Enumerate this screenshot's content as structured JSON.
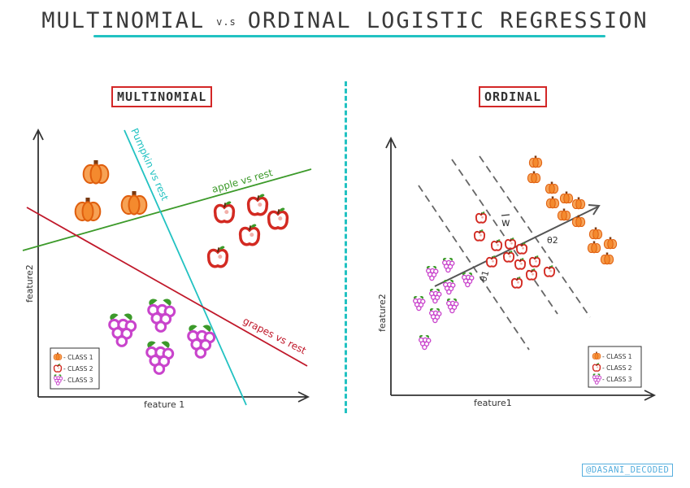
{
  "header": {
    "title_left": "MULTINOMIAL",
    "title_vs": "v.s",
    "title_right": "ORDINAL LOGISTIC REGRESSION"
  },
  "colors": {
    "accent": "#22c2c2",
    "frame": "#d32727",
    "pumpkin": "#f07a1c",
    "apple": "#d32a22",
    "grapes": "#c944cc",
    "green": "#3c9a2a",
    "line_multi": "#c0182a",
    "dash": "#666666",
    "axis": "#333333"
  },
  "multinomial": {
    "panel_title": "MULTINOMIAL",
    "xlabel": "feature 1",
    "ylabel": "feature2",
    "boundaries": {
      "apple": "apple vs rest",
      "pumpkin": "Pumpkin vs rest",
      "grapes": "grapes vs rest"
    },
    "legend": [
      "- CLASS 1",
      "- CLASS 2",
      "- CLASS 3"
    ]
  },
  "ordinal": {
    "panel_title": "ORDINAL",
    "xlabel": "feature1",
    "ylabel": "feature2",
    "vector_label": "w",
    "theta1": "θ1",
    "theta2": "θ2",
    "legend": [
      "- CLASS 1",
      "- CLASS 2",
      "- CLASS 3"
    ]
  },
  "watermark": "@DASANI_DECODED",
  "icons": {
    "class1": "pumpkin-icon",
    "class2": "apple-icon",
    "class3": "grapes-icon"
  }
}
